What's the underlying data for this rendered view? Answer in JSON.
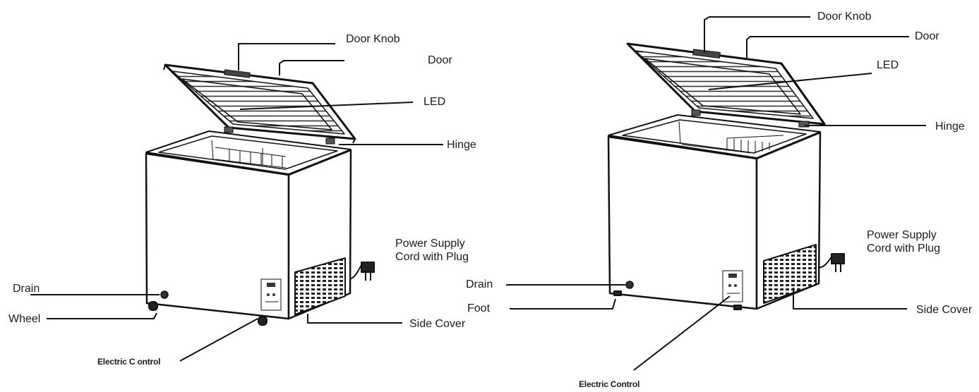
{
  "left_freezer": {
    "labels": {
      "door_knob": "Door Knob",
      "door": "Door",
      "led": "LED",
      "hinge": "Hinge",
      "power_cord_line1": "Power Supply",
      "power_cord_line2": "Cord with Plug",
      "drain": "Drain",
      "wheel": "Wheel",
      "side_cover": "Side Cover",
      "electric_control": "Electric C ontrol"
    }
  },
  "right_freezer": {
    "labels": {
      "door_knob": "Door Knob",
      "door": "Door",
      "led": "LED",
      "hinge": "Hinge",
      "power_cord_line1": "Power Supply",
      "power_cord_line2": "Cord with Plug",
      "drain": "Drain",
      "foot": "Foot",
      "side_cover": "Side Cover",
      "electric_control": "Electric Control"
    }
  }
}
